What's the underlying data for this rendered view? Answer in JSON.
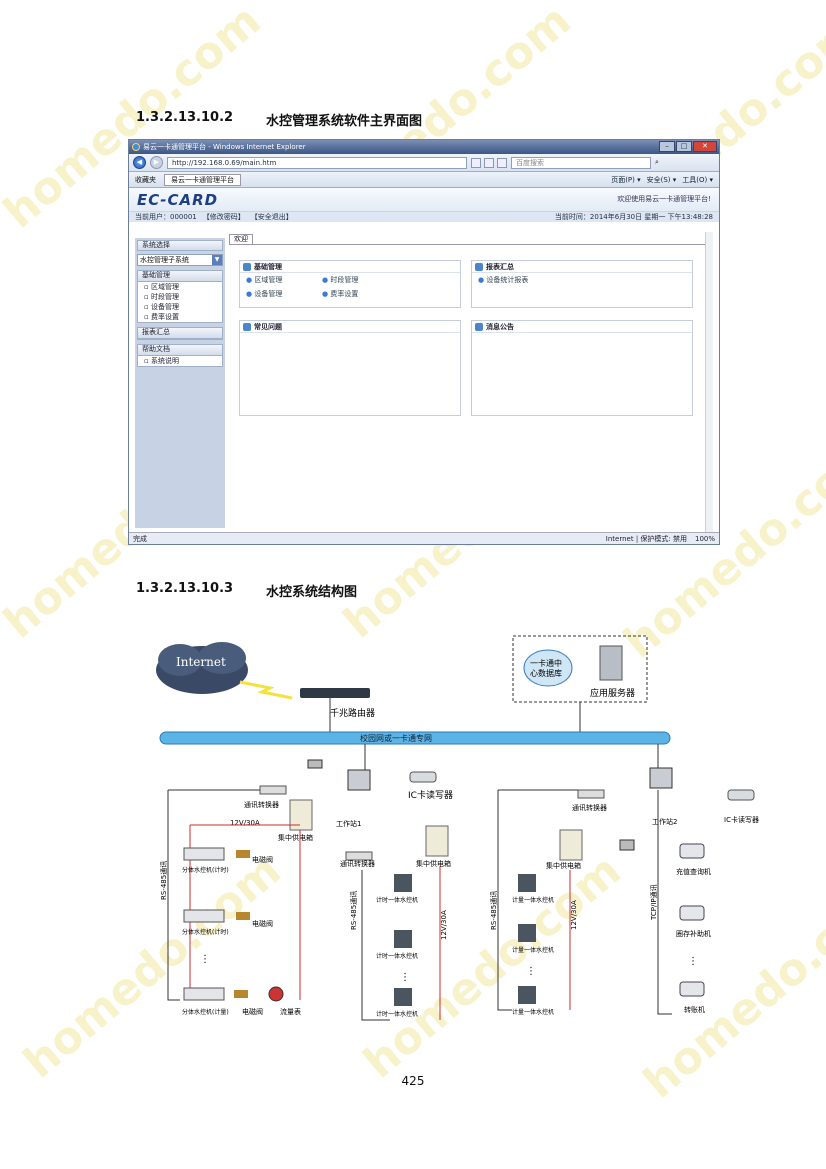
{
  "section1": {
    "num": "1.3.2.13.10.2",
    "title": "水控管理系统软件主界面图"
  },
  "section2": {
    "num": "1.3.2.13.10.3",
    "title": "水控系统结构图"
  },
  "page_number": "425",
  "browser": {
    "window_title": "易云一卡通管理平台 - Windows Internet Explorer",
    "url": "http://192.168.0.69/main.htm",
    "search_placeholder": "百度搜索",
    "favorites": "收藏夹",
    "tab_title": "易云一卡通管理平台",
    "commands": [
      "页面(P) ▾",
      "安全(S) ▾",
      "工具(O) ▾"
    ],
    "status_left": "完成",
    "status_zone": "Internet | 保护模式: 禁用",
    "zoom": "100%"
  },
  "app": {
    "logo": "EC-CARD",
    "welcome": "欢迎使用易云一卡通管理平台!",
    "current_user": "当前用户：000001",
    "change_pwd": "【修改密码】",
    "logout": "【安全退出】",
    "current_time": "当前时间：2014年6月30日 星期一 下午13:48:28",
    "main_tab": "欢迎",
    "sidebar": {
      "system_select_label": "系统选择",
      "system_value": "水控管理子系统",
      "basic_label": "基础管理",
      "basic_items": [
        "区域管理",
        "时段管理",
        "设备管理",
        "费率设置"
      ],
      "report_label": "报表汇总",
      "help_label": "帮助文档",
      "help_items": [
        "系统说明"
      ]
    },
    "panels": {
      "basic": {
        "title": "基础管理",
        "links": [
          "区域管理",
          "时段管理",
          "设备管理",
          "费率设置"
        ]
      },
      "report": {
        "title": "报表汇总",
        "links": [
          "设备统计报表"
        ]
      },
      "faq": {
        "title": "常见问题"
      },
      "notice": {
        "title": "消息公告"
      }
    }
  },
  "diagram": {
    "internet": "Internet",
    "router": "千兆路由器",
    "db": "一卡通中心数据库",
    "db_line1": "一卡通中",
    "db_line2": "心数据库",
    "app_server": "应用服务器",
    "network": "校园网或一卡通专网",
    "ws1": "工作站1",
    "ws2": "工作站2",
    "card_rw1": "IC卡读写器",
    "card_rw2": "IC卡读写器",
    "converter": "通讯转换器",
    "power_central": "集中供电箱",
    "volt": "12V/30A",
    "valve_ctrl_time": "分体水控机(计时)",
    "valve_ctrl_flow": "分体水控机(计量)",
    "solenoid": "电磁阀",
    "flowmeter": "流量表",
    "rs485": "RS-485通讯",
    "integrated_time": "计时一体水控机",
    "integrated_flow": "计量一体水控机",
    "tcpip": "TCP/IP通讯",
    "recharge": "充值查询机",
    "subsidy": "圈存补助机",
    "transfer": "转账机"
  }
}
